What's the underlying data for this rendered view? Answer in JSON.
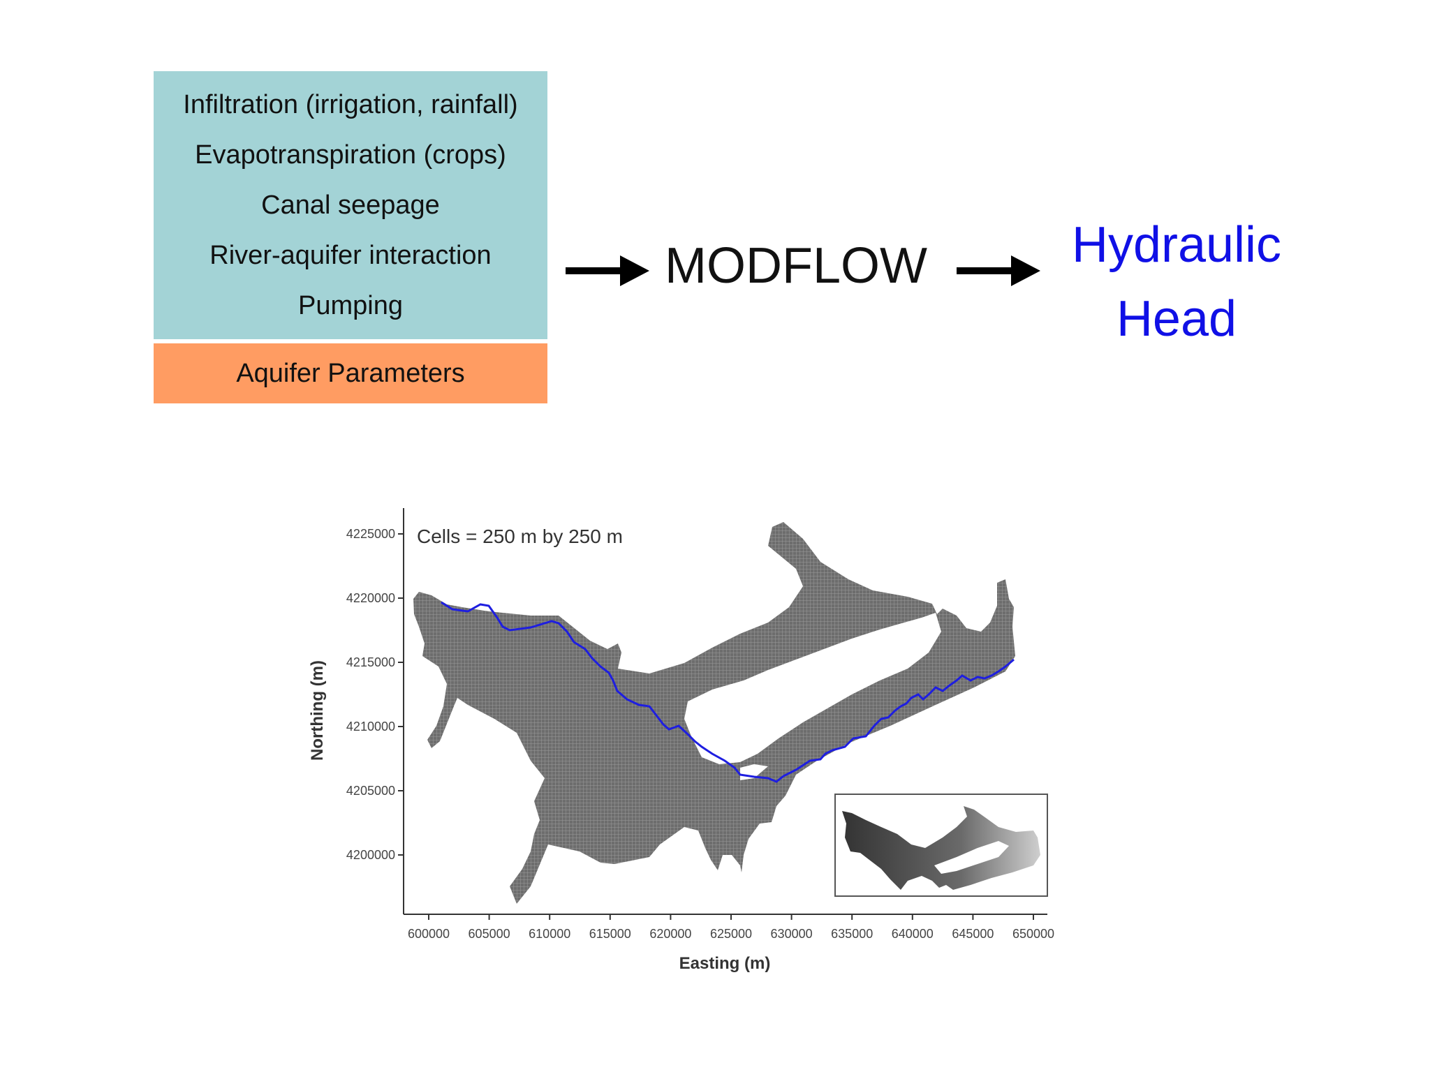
{
  "colors": {
    "teal": "#a3d3d6",
    "orange": "#ff9c62",
    "blue": "#1010e6"
  },
  "inputs": {
    "lines": [
      "Infiltration (irrigation, rainfall)",
      "Evapotranspiration (crops)",
      "Canal seepage",
      "River-aquifer interaction",
      "Pumping"
    ],
    "parameters": "Aquifer Parameters"
  },
  "model": "MODFLOW",
  "output": {
    "line1": "Hydraulic",
    "line2": "Head"
  },
  "map": {
    "annotation": "Cells = 250 m by 250 m",
    "xlabel": "Easting (m)",
    "ylabel": "Northing (m)",
    "x_ticks": [
      "600000",
      "605000",
      "610000",
      "615000",
      "620000",
      "625000",
      "630000",
      "635000",
      "640000",
      "645000",
      "650000"
    ],
    "y_ticks": [
      "4225000",
      "4220000",
      "4215000",
      "4210000",
      "4205000",
      "4200000"
    ]
  }
}
